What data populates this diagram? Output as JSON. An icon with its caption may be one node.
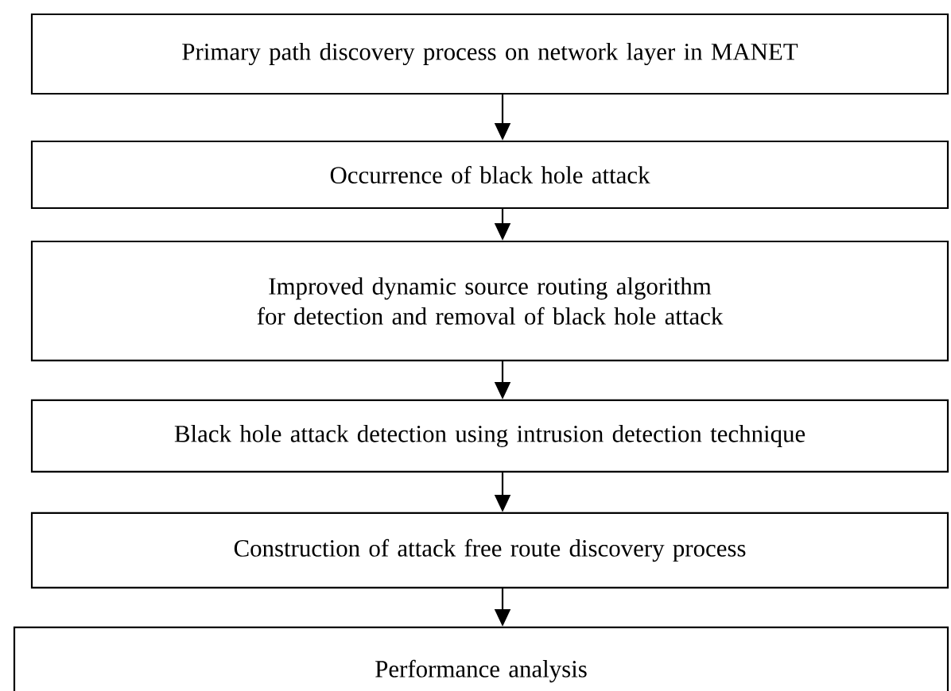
{
  "diagram": {
    "nodes": [
      {
        "text": [
          "Primary path discovery process on network layer in MANET"
        ]
      },
      {
        "text": [
          "Occurrence of black hole attack"
        ]
      },
      {
        "text": [
          "Improved dynamic source routing algorithm for detection and removal of black hole attack"
        ]
      },
      {
        "text": [
          "Black hole attack detection using intrusion detection technique"
        ]
      },
      {
        "text": [
          "Construction of attack free route discovery process"
        ]
      },
      {
        "text": [
          "Performance analysis"
        ]
      }
    ],
    "edges": [
      {
        "from": 0,
        "to": 1,
        "arrow": "to"
      },
      {
        "from": 1,
        "to": 2,
        "arrow": "to"
      },
      {
        "from": 2,
        "to": 3,
        "arrow": "to"
      },
      {
        "from": 3,
        "to": 4,
        "arrow": "to"
      },
      {
        "from": 4,
        "to": 5,
        "arrow": "to"
      }
    ]
  }
}
